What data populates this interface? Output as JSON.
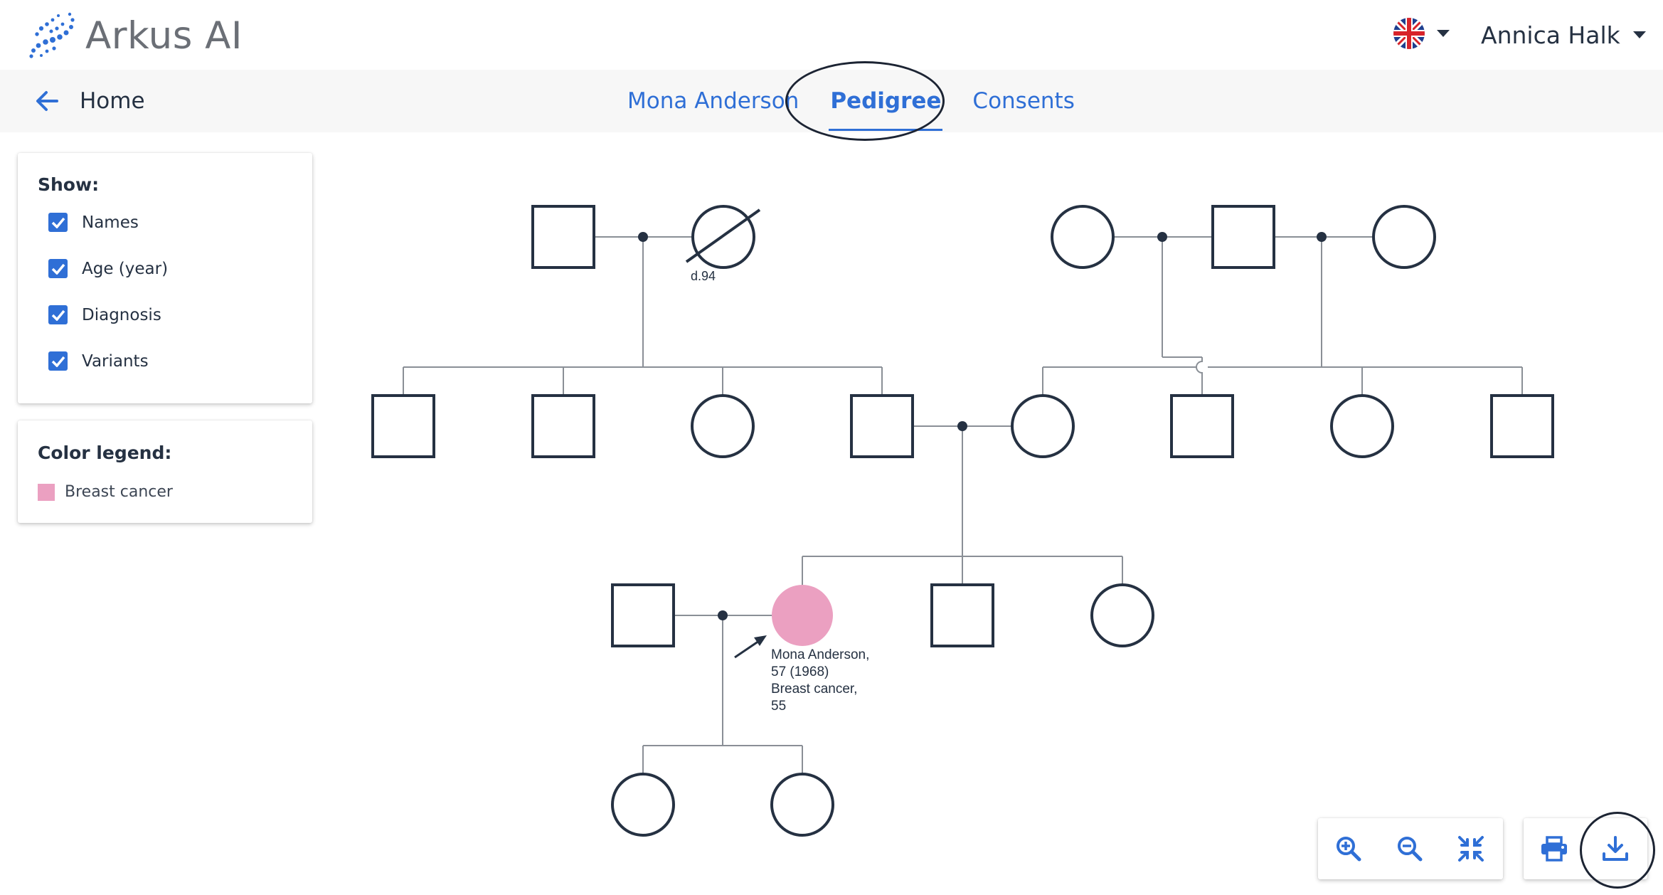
{
  "header": {
    "logo_text": "Arkus AI",
    "language_icon": "uk-flag-icon",
    "user_name": "Annica Halk"
  },
  "subnav": {
    "home_label": "Home",
    "tabs": [
      {
        "label": "Mona Anderson",
        "active": false
      },
      {
        "label": "Pedigree",
        "active": true
      },
      {
        "label": "Consents",
        "active": false
      }
    ]
  },
  "show_panel": {
    "title": "Show:",
    "options": [
      {
        "label": "Names",
        "checked": true
      },
      {
        "label": "Age (year)",
        "checked": true
      },
      {
        "label": "Diagnosis",
        "checked": true
      },
      {
        "label": "Variants",
        "checked": true
      }
    ]
  },
  "legend_panel": {
    "title": "Color legend:",
    "items": [
      {
        "label": "Breast cancer",
        "color": "#eba0c1"
      }
    ]
  },
  "pedigree": {
    "deceased_label": "d.94",
    "proband": {
      "name_line": "Mona Anderson,",
      "age_line": "57 (1968)",
      "diagnosis_line": "Breast cancer,",
      "diagnosis_age_line": "55"
    }
  },
  "toolbar": {
    "zoom_in_icon": "zoom-in-icon",
    "zoom_out_icon": "zoom-out-icon",
    "fit_icon": "fit-screen-icon",
    "print_icon": "print-icon",
    "download_icon": "download-icon"
  },
  "colors": {
    "accent": "#2f6fd6",
    "affected": "#eba0c1",
    "outline": "#253142"
  }
}
